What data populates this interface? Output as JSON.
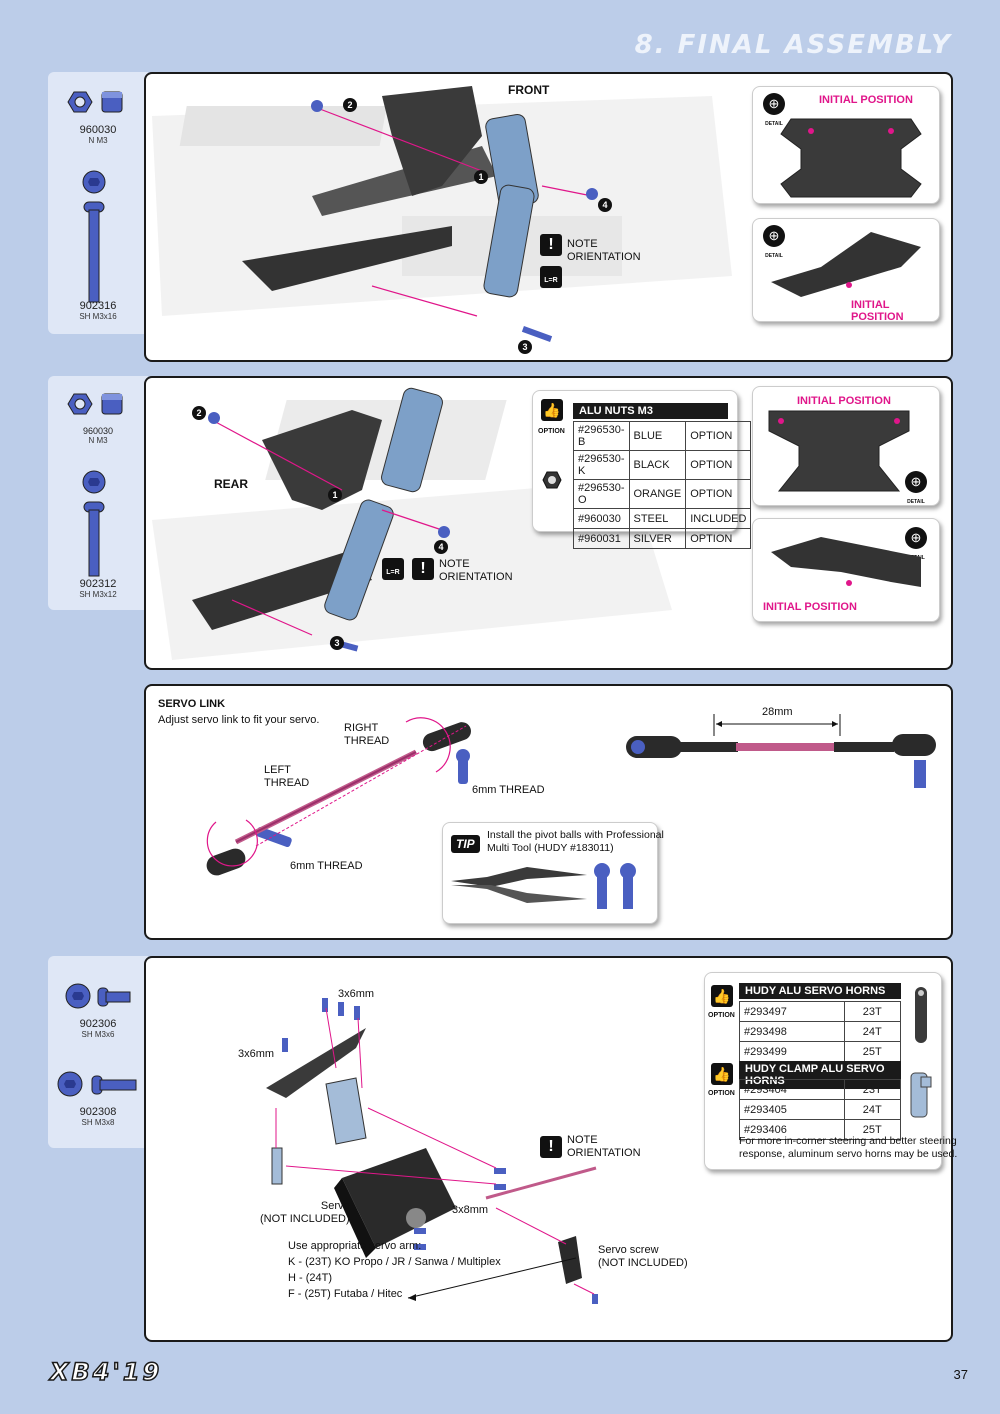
{
  "header": {
    "title": "8. FINAL ASSEMBLY"
  },
  "colors": {
    "accent": "#e0168a",
    "panel_border": "#1a1a1a",
    "background": "#bccde9",
    "part_blue": "#4a5fc1"
  },
  "step1": {
    "parts": [
      {
        "code": "960030",
        "desc": "N M3"
      },
      {
        "code": "902316",
        "desc": "SH M3x16"
      }
    ],
    "front_label": "FRONT",
    "note": "NOTE\nORIENTATION",
    "lr": "L=R",
    "detail_top": "INITIAL POSITION",
    "detail_bottom": "INITIAL POSITION",
    "steps": [
      "1",
      "2",
      "3",
      "4"
    ]
  },
  "step2": {
    "parts": [
      {
        "code": "960030",
        "desc": "N M3"
      },
      {
        "code": "902312",
        "desc": "SH M3x12"
      }
    ],
    "rear_label": "REAR",
    "note": "NOTE\nORIENTATION",
    "lr": "L=R",
    "option_label": "OPTION",
    "option_title": "ALU NUTS M3",
    "option_rows": [
      [
        "#296530-B",
        "BLUE",
        "OPTION"
      ],
      [
        "#296530-K",
        "BLACK",
        "OPTION"
      ],
      [
        "#296530-O",
        "ORANGE",
        "OPTION"
      ],
      [
        "#960030",
        "STEEL",
        "INCLUDED"
      ],
      [
        "#960031",
        "SILVER",
        "OPTION"
      ]
    ],
    "detail_top": "INITIAL POSITION",
    "detail_bottom": "INITIAL POSITION",
    "steps": [
      "1",
      "2",
      "3",
      "4"
    ]
  },
  "step3": {
    "title": "SERVO LINK",
    "subtitle": "Adjust servo link to fit your servo.",
    "right_thread": "RIGHT\nTHREAD",
    "left_thread": "LEFT\nTHREAD",
    "thread_top": "6mm THREAD",
    "thread_bottom": "6mm THREAD",
    "length": "28mm",
    "tip_badge": "TIP",
    "tip_text": "Install the pivot balls with Professional\nMulti Tool (HUDY #183011)"
  },
  "step4": {
    "parts": [
      {
        "code": "902306",
        "desc": "SH M3x6"
      },
      {
        "code": "902308",
        "desc": "SH M3x8"
      }
    ],
    "label_3x6_top": "3x6mm",
    "label_3x6_left": "3x6mm",
    "label_3x8": "3x8mm",
    "servo_label": "Servo\n(NOT INCLUDED)",
    "servo_screw": "Servo screw\n(NOT INCLUDED)",
    "note": "NOTE\nORIENTATION",
    "arm_title": "Use appropriate servo arm:",
    "arm_lines": [
      "K - (23T) KO Propo / JR / Sanwa / Multiplex",
      "H - (24T)",
      "F - (25T) Futaba / Hitec"
    ],
    "option_label": "OPTION",
    "horns_title": "HUDY ALU SERVO HORNS",
    "horns_rows": [
      [
        "#293497",
        "23T"
      ],
      [
        "#293498",
        "24T"
      ],
      [
        "#293499",
        "25T"
      ]
    ],
    "clamp_title": "HUDY CLAMP ALU SERVO HORNS",
    "clamp_rows": [
      [
        "#293404",
        "23T"
      ],
      [
        "#293405",
        "24T"
      ],
      [
        "#293406",
        "25T"
      ]
    ],
    "horns_note": "For more in-corner steering and better steering\nresponse, aluminum servo horns may be used."
  },
  "footer": {
    "logo": "XB4'19",
    "page": "37"
  }
}
